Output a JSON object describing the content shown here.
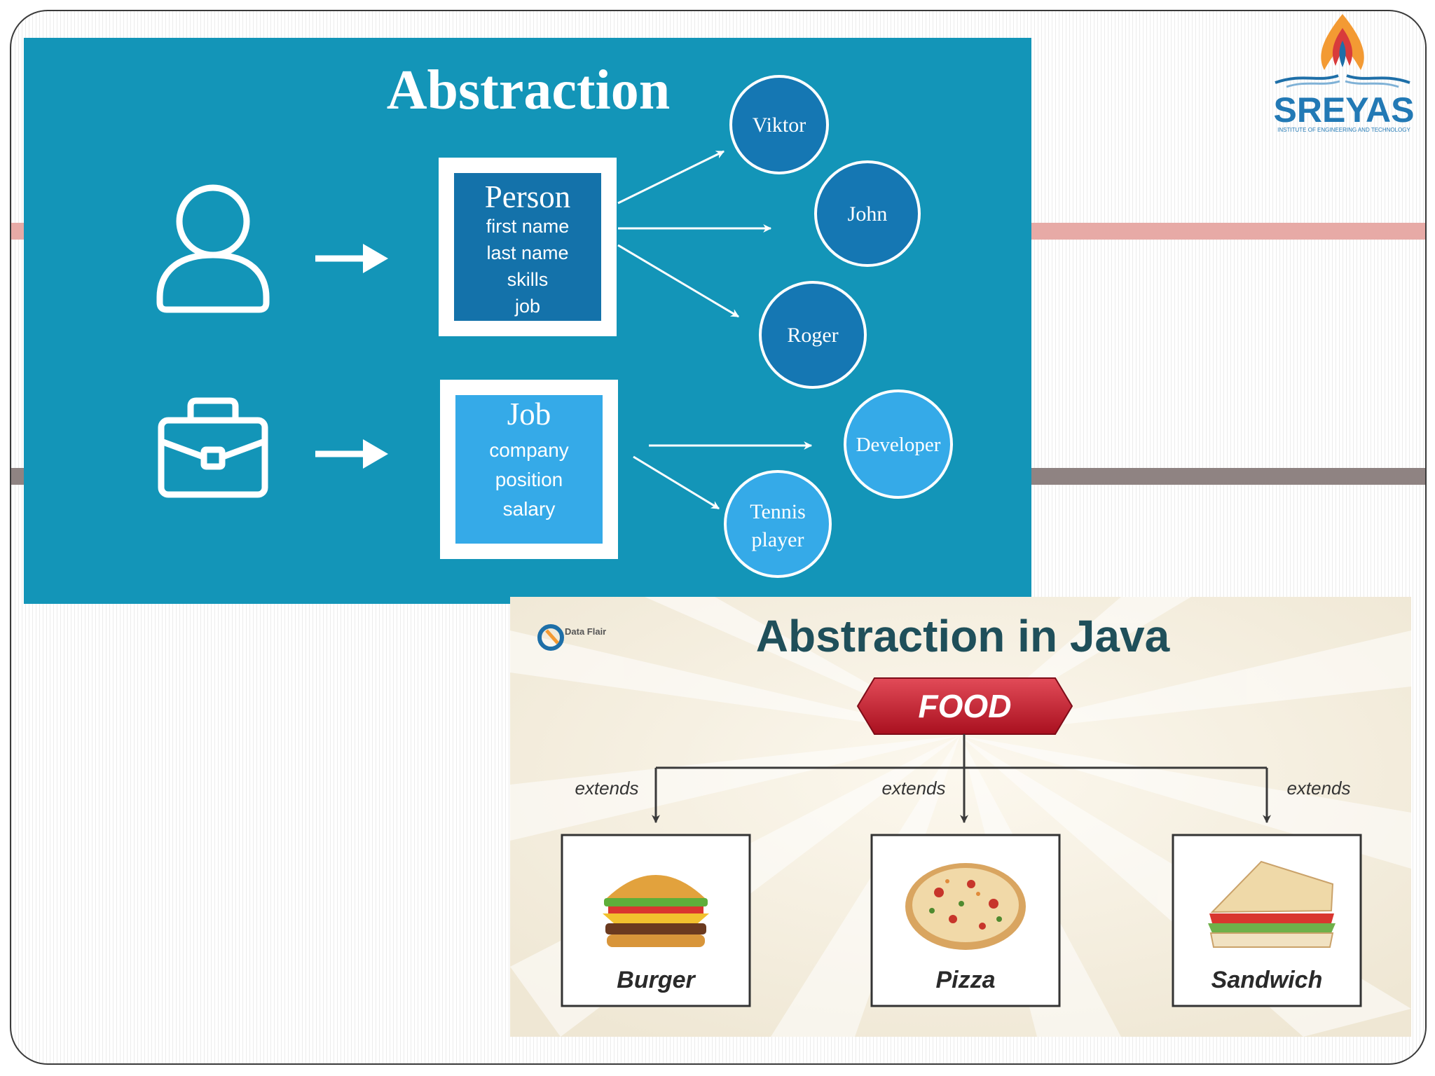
{
  "logo": {
    "text": "SREYAS",
    "tagline": "INSTITUTE OF ENGINEERING AND TECHNOLOGY"
  },
  "panel1": {
    "title": "Abstraction",
    "person_box": {
      "title": "Person",
      "fields": [
        "first name",
        "last name",
        "skills",
        "job"
      ]
    },
    "job_box": {
      "title": "Job",
      "fields": [
        "company",
        "position",
        "salary"
      ]
    },
    "person_instances": [
      "Viktor",
      "John",
      "Roger"
    ],
    "job_instances": [
      "Developer",
      "Tennis",
      "player"
    ],
    "icons": [
      "person-icon",
      "briefcase-icon",
      "arrow-right-icon"
    ],
    "colors": {
      "background": "#1395b8",
      "person_box": "#1472aa",
      "job_box": "#35aae8",
      "circle": "#1577b3"
    }
  },
  "panel2": {
    "title": "Abstraction in Java",
    "brand": "Data Flair",
    "root": "FOOD",
    "edge_label": "extends",
    "children": [
      "Burger",
      "Pizza",
      "Sandwich"
    ],
    "icons": [
      "burger-icon",
      "pizza-icon",
      "sandwich-icon"
    ]
  }
}
